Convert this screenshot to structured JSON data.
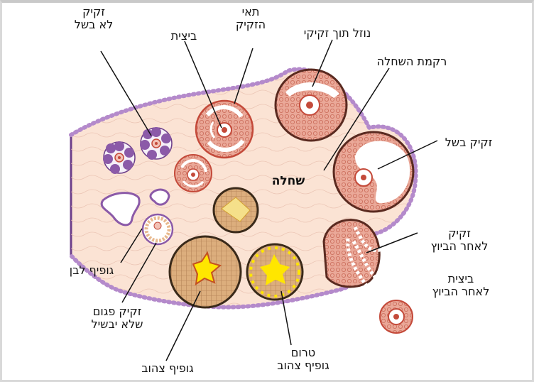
{
  "labels": {
    "primordial_follicle": [
      "זקיק",
      "לא בשל"
    ],
    "oocyte": "ביצית",
    "follicle_cells": [
      "תאי",
      "הזקיק"
    ],
    "follicular_fluid": "נוזל תוך זקיקי",
    "stroma_tissue": "רקמת השחלה",
    "mature_follicle": "זקיק בשל",
    "ovary": "שחלה",
    "ruptured_follicle": [
      "זקיק",
      "לאחר הביוץ"
    ],
    "ovulated_egg": [
      "ביצית",
      "לאחר הביוץ"
    ],
    "corpus_albicans": "גופיף לבן",
    "atretic_follicle": [
      "זקיק פגום",
      "שלא יבשיל"
    ],
    "corpus_luteum": "גופיף צהוב",
    "early_corpus_luteum": [
      "טרום",
      "גופיף צהוב"
    ]
  },
  "colors": {
    "stroma": "#fbe3d4",
    "follicle_pink": "#e8a493",
    "follicle_border": "#c44a3a",
    "membrane_purple": "#6d3f8a",
    "cell_purple": "#8b5aa8",
    "luteum_tan": "#d7a877",
    "luteum_yellow": "#ffe600"
  }
}
